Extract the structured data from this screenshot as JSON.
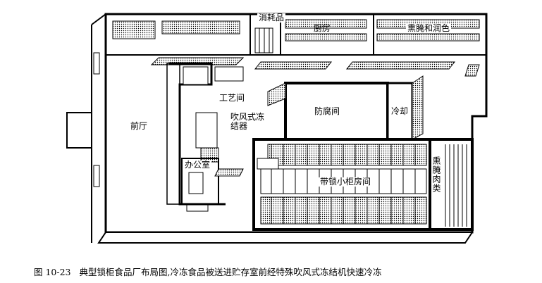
{
  "rooms": {
    "supplies": "消耗品",
    "kitchen": "厨房",
    "smoking_curing": "熏腌和润色",
    "workroom": "工艺间",
    "blast_freezer": "吹风式冻结器",
    "preservation": "防腐间",
    "cooling": "冷却",
    "lobby": "前厅",
    "office": "办公室",
    "locker_room": "带锁小柜房间",
    "cured_meats": "熏腌肉类"
  },
  "caption": {
    "figure_number": "图 10-23",
    "text": "典型锁柜食品厂布局图,冷冻食品被送进贮存室前经特殊吹风式冻结机快速冷冻"
  }
}
